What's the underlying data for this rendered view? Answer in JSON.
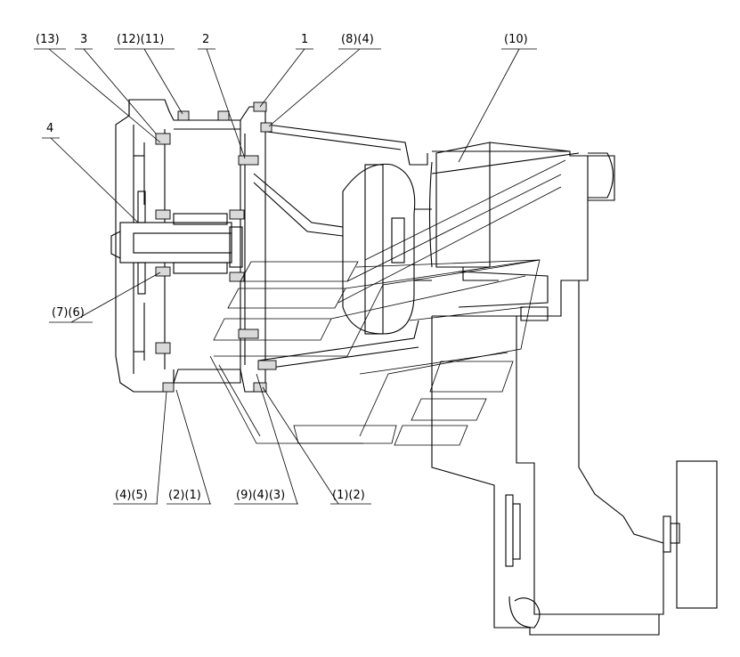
{
  "callouts": [
    {
      "id": "c13",
      "label": "(13)"
    },
    {
      "id": "c3",
      "label": "3"
    },
    {
      "id": "c12_11",
      "label": "(12)(11)"
    },
    {
      "id": "c2",
      "label": "2"
    },
    {
      "id": "c1",
      "label": "1"
    },
    {
      "id": "c8_4",
      "label": "(8)(4)"
    },
    {
      "id": "c10",
      "label": "(10)"
    },
    {
      "id": "c4",
      "label": "4"
    },
    {
      "id": "c7_6",
      "label": "(7)(6)"
    },
    {
      "id": "c4_5",
      "label": "(4)(5)"
    },
    {
      "id": "c2_1",
      "label": "(2)(1)"
    },
    {
      "id": "c9_4_3",
      "label": "(9)(4)(3)"
    },
    {
      "id": "c1_2",
      "label": "(1)(2)"
    }
  ]
}
